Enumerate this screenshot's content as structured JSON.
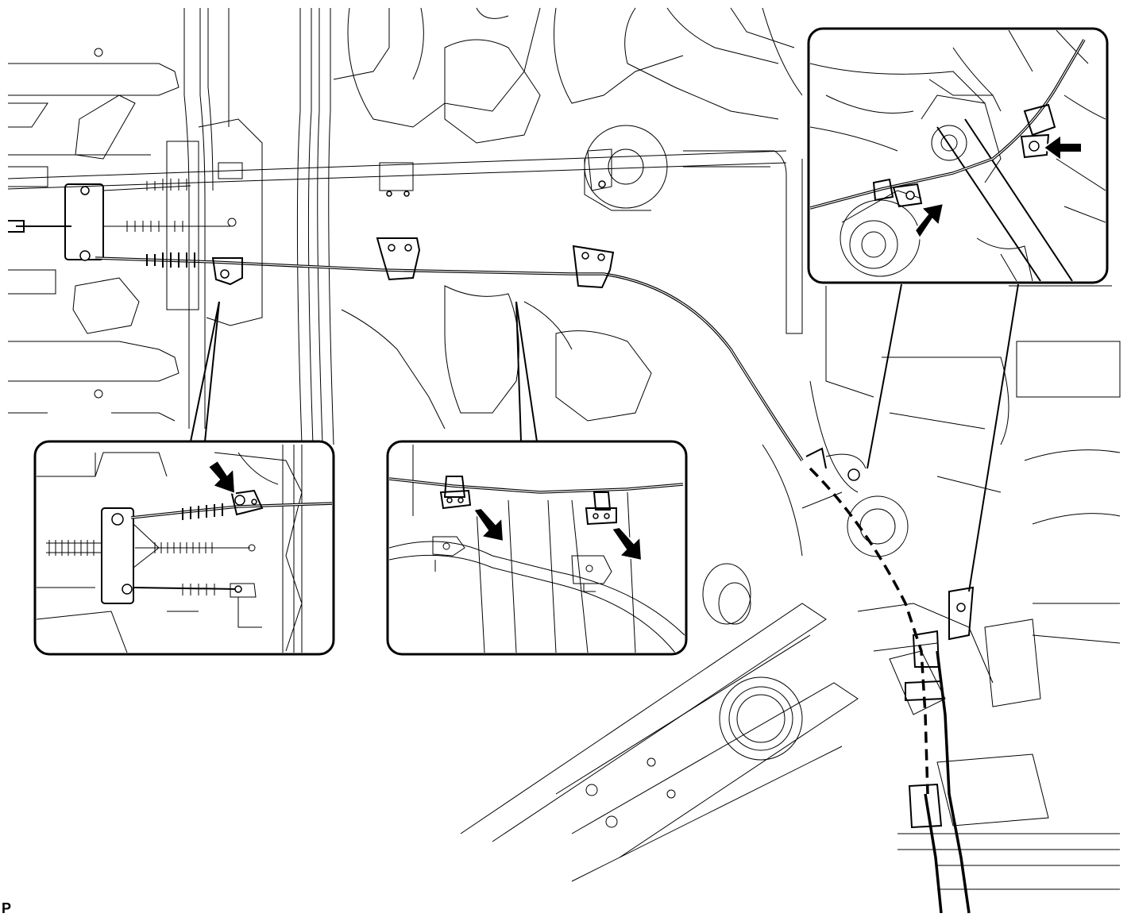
{
  "figure": {
    "code": "P"
  },
  "callouts": [
    {
      "name": "left-inset",
      "arrows": 1
    },
    {
      "name": "center-inset",
      "arrows": 2
    },
    {
      "name": "top-right-inset",
      "arrows": 2
    }
  ],
  "colors": {
    "line": "#000000",
    "background": "#ffffff"
  }
}
